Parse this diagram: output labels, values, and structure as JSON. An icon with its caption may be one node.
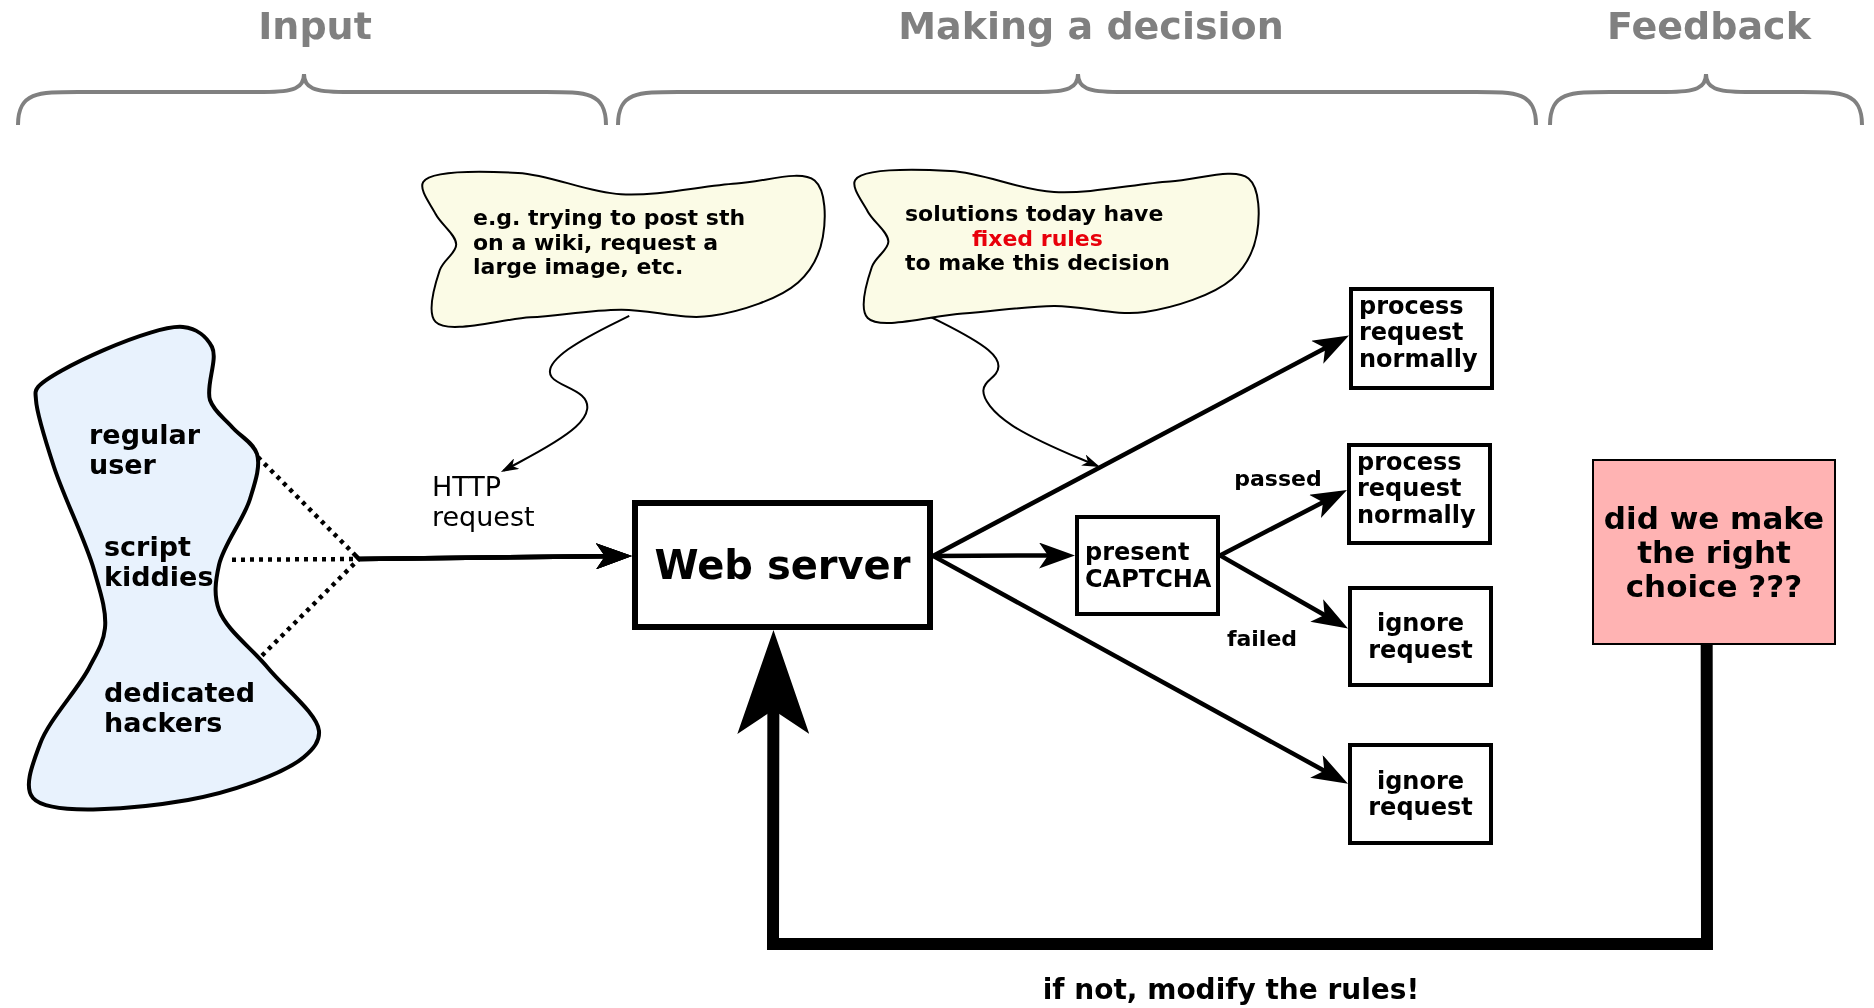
{
  "diagram": {
    "nodes": [
      {
        "text": [],
        "shape": "cloud"
      },
      {
        "text": [
          "regular user"
        ],
        "in": 0
      },
      {
        "text": [
          "script kiddies"
        ],
        "in": 0
      },
      {
        "text": [
          "dedicated hackers"
        ],
        "in": 0
      },
      {
        "text": [
          "e.g. trying to post sth on a wiki, request a large image, etc."
        ]
      },
      {
        "text": [
          "HTTP request"
        ]
      },
      {
        "text": [
          "solutions today have",
          "fixed rules",
          "to make this decision"
        ]
      },
      {
        "text": [
          "Web server"
        ]
      },
      {
        "text": [
          "present CAPTCHA"
        ]
      },
      {
        "text": [
          "process request normally"
        ]
      },
      {
        "text": [
          "process request normally"
        ]
      },
      {
        "text": [
          "ignore request"
        ]
      },
      {
        "text": [
          "ignore request"
        ]
      },
      {
        "text": [
          "did we make the right choice ???"
        ]
      }
    ],
    "edges": [
      {
        "from": 1,
        "to": 7,
        "arrow": "to",
        "style": "dashed"
      },
      {
        "from": 2,
        "to": 7,
        "arrow": "to",
        "style": "dashed"
      },
      {
        "from": 3,
        "to": 7,
        "arrow": "to",
        "style": "dashed"
      },
      {
        "from": 4,
        "to": 5,
        "arrow": "to"
      },
      {
        "from": 6,
        "to": null,
        "arrow": "to"
      },
      {
        "from": 7,
        "to": 9,
        "arrow": "to"
      },
      {
        "from": 7,
        "to": 8,
        "arrow": "to"
      },
      {
        "from": 7,
        "to": 12,
        "arrow": "to"
      },
      {
        "from": 8,
        "to": 10,
        "arrow": "to",
        "label": "passed"
      },
      {
        "from": 8,
        "to": 11,
        "arrow": "to",
        "label": "failed"
      },
      {
        "from": 13,
        "to": 7,
        "arrow": "to",
        "style": "thick",
        "label": "if not, modify the rules!"
      }
    ],
    "labels": [
      "Input",
      "Making a decision",
      "Feedback"
    ]
  }
}
